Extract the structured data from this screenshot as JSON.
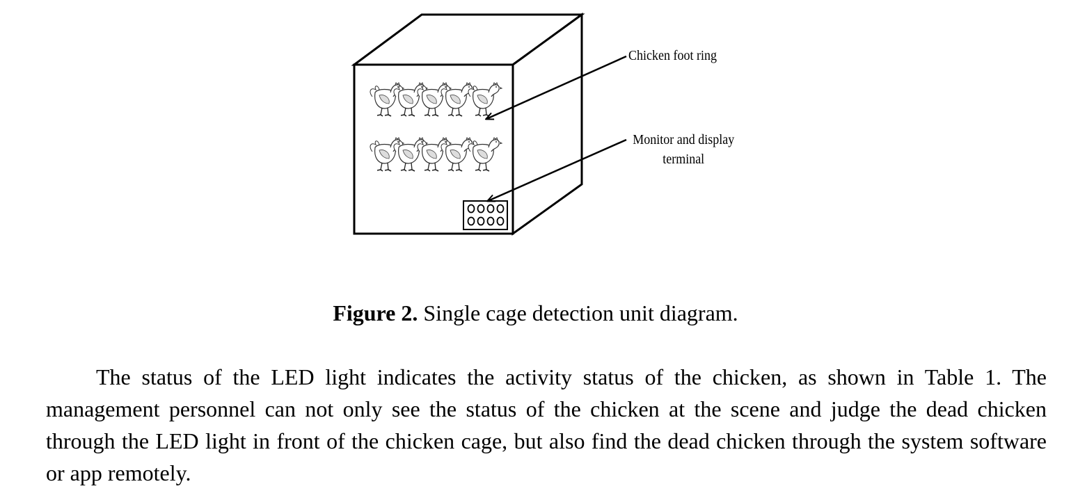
{
  "figure": {
    "callouts": {
      "foot_ring": "Chicken foot ring",
      "monitor": "Monitor and display terminal"
    },
    "monitor_led_count": 8
  },
  "caption": {
    "label": "Figure 2.",
    "text": "Single cage detection unit diagram."
  },
  "body": {
    "paragraph": "The status of the LED light indicates the activity status of the chicken, as shown in Table 1. The management personnel can not only see the status of the chicken at the scene and judge the dead chicken through the LED light in front of the chicken cage, but also find the dead chicken through the system software or app remotely."
  }
}
